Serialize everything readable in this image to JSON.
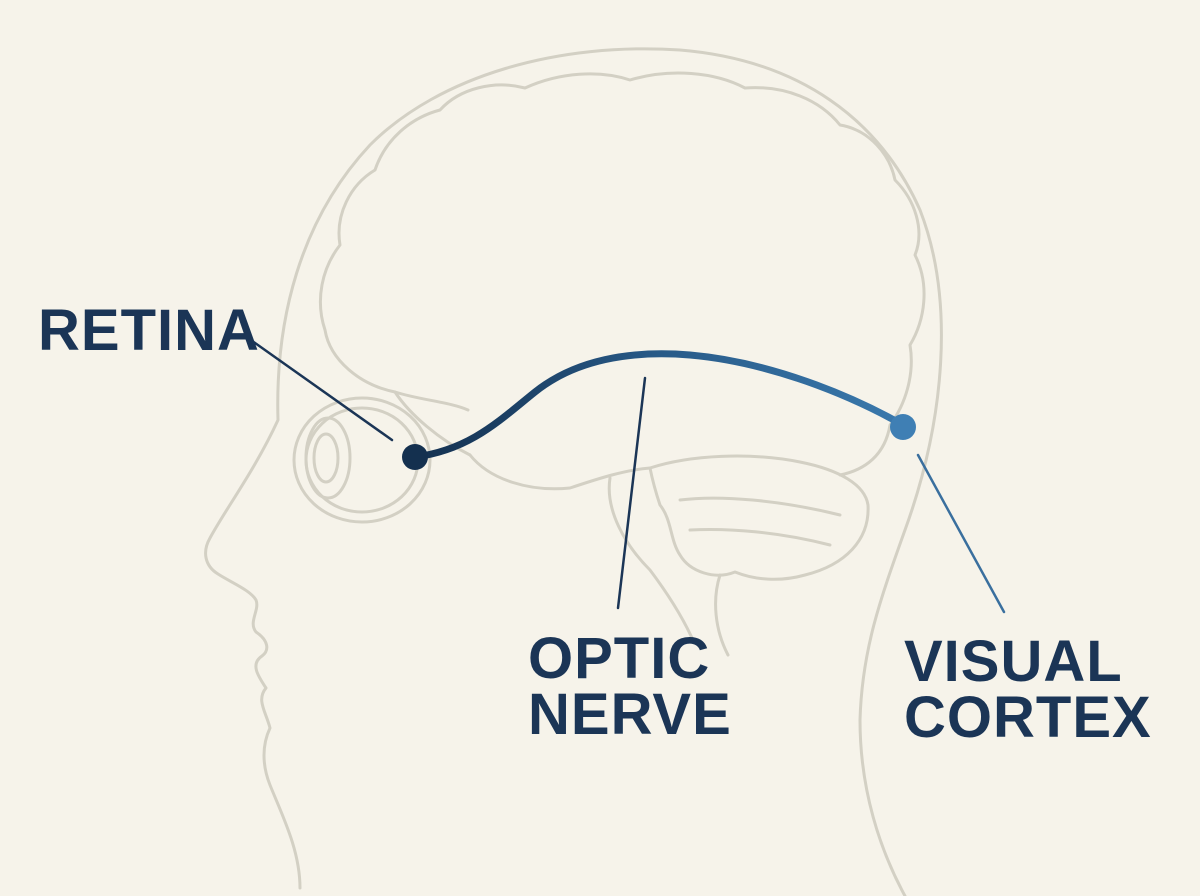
{
  "labels": {
    "retina": "RETINA",
    "optic_nerve": [
      "OPTIC",
      "NERVE"
    ],
    "visual_cortex": [
      "VISUAL",
      "CORTEX"
    ]
  },
  "colors": {
    "background": "#f6f3ea",
    "outline": "#d3d0c4",
    "label_text": "#1b3556",
    "nerve_start": "#14304f",
    "nerve_end": "#3a79ad",
    "retina_dot": "#14304f",
    "cortex_dot": "#3f7fb4"
  },
  "icons": {
    "head": "head-profile-outline-icon",
    "brain": "brain-outline-icon",
    "eye": "eye-outline-icon"
  }
}
